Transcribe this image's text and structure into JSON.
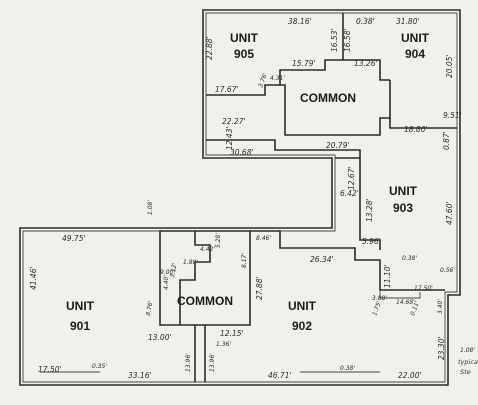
{
  "rooms": {
    "unit_905": {
      "line1": "UNIT",
      "line2": "905"
    },
    "unit_904": {
      "line1": "UNIT",
      "line2": "904"
    },
    "common_top": "COMMON",
    "unit_903": {
      "line1": "UNIT",
      "line2": "903"
    },
    "unit_901": {
      "line1": "UNIT",
      "line2": "901"
    },
    "common_bottom": "COMMON",
    "unit_902": {
      "line1": "UNIT",
      "line2": "902"
    }
  },
  "dimensions": {
    "d_38_16": "38.16'",
    "d_0_38_top": "0.38'",
    "d_31_80": "31.80'",
    "d_22_88": "22.88'",
    "d_16_53": "16.53'",
    "d_16_58": "16.58'",
    "d_20_05": "20.05'",
    "d_17_67": "17.67'",
    "d_15_79": "15.79'",
    "d_13_26": "13.26'",
    "d_3_76": "3.76'",
    "d_4_31": "4.31'",
    "d_22_27": "22.27'",
    "d_12_43": "12.43'",
    "d_30_68": "30.68'",
    "d_20_79": "20.79'",
    "d_18_80": "18.80'",
    "d_9_51": "9.51'",
    "d_0_87": "0.87'",
    "d_12_67": "12.67'",
    "d_6_42": "6.42'",
    "d_13_28": "13.28'",
    "d_5_96": "5.96'",
    "d_47_60": "47.60'",
    "d_49_75": "49.75'",
    "d_1_08": "1.08'",
    "d_4_42": "4.42'",
    "d_5_28": "5.28'",
    "d_8_46": "8.46'",
    "d_8_17": "8.17'",
    "d_26_34": "26.34'",
    "d_41_46": "41.46'",
    "d_1_80": "1.80'",
    "d_3_12": "3.12'",
    "d_9_00": "9.00'",
    "d_4_40": "4.40'",
    "d_8_76": "8.76'",
    "d_27_88": "27.88'",
    "d_11_10": "11.10'",
    "d_0_38_mid": "0.38'",
    "d_0_56": "0.56'",
    "d_3_88": "3.88'",
    "d_14_68": "14.68'",
    "d_17_50_right": "17.50'",
    "d_1_75": "1.75'",
    "d_0_11": "0.11'",
    "d_3_40": "3.40'",
    "d_13_00": "13.00'",
    "d_12_15": "12.15'",
    "d_1_36": "1.36'",
    "d_13_96a": "13.96'",
    "d_13_96b": "13.96'",
    "d_23_30": "23.30'",
    "d_1_08_right": "1.08'",
    "d_17_50": "17.50'",
    "d_0_35": "0.35'",
    "d_33_16": "33.16'",
    "d_46_71": "46.71'",
    "d_0_38_bottom": "0.38'",
    "d_22_00": "22.00'"
  },
  "notes": {
    "typical_line1": "typica",
    "typical_line2": "Ste"
  }
}
